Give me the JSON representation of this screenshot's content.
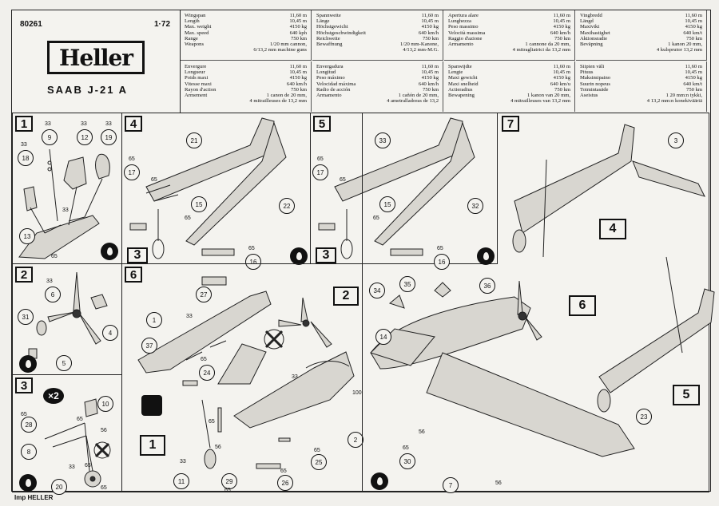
{
  "header": {
    "kit_number": "80261",
    "scale": "1·72",
    "brand": "Heller",
    "model": "SAAB J-21 A"
  },
  "specs": [
    {
      "rows": [
        [
          "Wingspan",
          "11,60 m"
        ],
        [
          "Length",
          "10,45 m"
        ],
        [
          "Max. weight",
          "4150 kg"
        ],
        [
          "Max. speed",
          "640 kph"
        ],
        [
          "Range",
          "750 km"
        ],
        [
          "Weapons",
          "1/20 mm cannon,"
        ],
        [
          "",
          "6/13,2 mm machine guns"
        ]
      ]
    },
    {
      "rows": [
        [
          "Spannweite",
          "11,60 m"
        ],
        [
          "Länge",
          "10,45 m"
        ],
        [
          "Höchstgewicht",
          "4150 kg"
        ],
        [
          "Höchstgeschwindigkeit",
          "640 km/h"
        ],
        [
          "Reichweite",
          "750 km"
        ],
        [
          "Bewaffnung",
          "1/20 mm-Kanone,"
        ],
        [
          "",
          "4/13,2 mm-M.G."
        ]
      ]
    },
    {
      "rows": [
        [
          "Apertura alare",
          "11,60 m"
        ],
        [
          "Lunghezza",
          "10,45 m"
        ],
        [
          "Peso massimo",
          "4150 kg"
        ],
        [
          "Velocità massima",
          "640 km/h"
        ],
        [
          "Raggio d'azione",
          "750 km"
        ],
        [
          "Armamento",
          "1 cannone da 20 mm,"
        ],
        [
          "",
          "4 mitragliatrici da 13,2 mm"
        ]
      ]
    },
    {
      "rows": [
        [
          "Vingbredd",
          "11,60 m"
        ],
        [
          "Längd",
          "10,45 m"
        ],
        [
          "Maxivikt",
          "4150 kg"
        ],
        [
          "Maxihastighet",
          "640 km/t"
        ],
        [
          "Aktionsradie",
          "750 km"
        ],
        [
          "Beväpning",
          "1 kanon 20 mm,"
        ],
        [
          "",
          "4 kulsprutor 13,2 mm"
        ]
      ]
    },
    {
      "rows": [
        [
          "Envergure",
          "11,60 m"
        ],
        [
          "Longueur",
          "10,45 m"
        ],
        [
          "Poids maxi",
          "4150 kg"
        ],
        [
          "Vitesse maxi",
          "640 km/h"
        ],
        [
          "Rayon d'action",
          "750 km"
        ],
        [
          "Armement",
          "1 canon de 20 mm,"
        ],
        [
          "",
          "4 mitrailleuses de 13,2 mm"
        ]
      ]
    },
    {
      "rows": [
        [
          "Envergadura",
          "11,60 m"
        ],
        [
          "Longitud",
          "10,45 m"
        ],
        [
          "Peso máximo",
          "4150 kg"
        ],
        [
          "Velocidad máxima",
          "640 km/h"
        ],
        [
          "Radio de acción",
          "750 km"
        ],
        [
          "Armamento",
          "1 cañón de 20 mm,"
        ],
        [
          "",
          "4 ametralladoras de 13,2"
        ]
      ]
    },
    {
      "rows": [
        [
          "Spanwijdte",
          "11,60 m"
        ],
        [
          "Lengte",
          "10,45 m"
        ],
        [
          "Maxi gewicht",
          "4150 kg"
        ],
        [
          "Maxi snelheid",
          "640 km/u"
        ],
        [
          "Actieradius",
          "750 km"
        ],
        [
          "Bewapening",
          "1 kanon van 20 mm,"
        ],
        [
          "",
          "4 mitrailleuses van 13,2 mm"
        ]
      ]
    },
    {
      "rows": [
        [
          "Siipien väli",
          "11,60 m"
        ],
        [
          "Pituus",
          "10,45 m"
        ],
        [
          "Maksimipaino",
          "4150 kg"
        ],
        [
          "Suurin nopeus",
          "640 km/t"
        ],
        [
          "Toimintasäde",
          "750 km"
        ],
        [
          "Aseistus",
          "1 20 mm:n tykki,"
        ],
        [
          "",
          "4 13,2 mm:n konekivääriä"
        ]
      ]
    }
  ],
  "steps": {
    "s1": {
      "label": "1",
      "parts": [
        "33",
        "9",
        "33",
        "12",
        "33",
        "19",
        "18",
        "33",
        "33",
        "13",
        "65"
      ]
    },
    "s2": {
      "label": "2",
      "parts": [
        "6",
        "33",
        "31",
        "4",
        "5"
      ]
    },
    "s3": {
      "label": "3",
      "badge": "×2",
      "parts": [
        "28",
        "65",
        "8",
        "65",
        "56",
        "10",
        "65",
        "33",
        "20",
        "65"
      ]
    },
    "s4": {
      "label": "4",
      "sub": "3",
      "parts": [
        "21",
        "65",
        "17",
        "65",
        "15",
        "65",
        "22",
        "65",
        "16"
      ]
    },
    "s5": {
      "label": "5",
      "sub": "3",
      "parts": [
        "33",
        "65",
        "17",
        "65",
        "15",
        "65",
        "32",
        "65",
        "16"
      ]
    },
    "s6": {
      "label": "6",
      "sub": "1",
      "ref": "2",
      "parts": [
        "27",
        "1",
        "33",
        "37",
        "65",
        "24",
        "33",
        "100",
        "2",
        "56",
        "65",
        "11",
        "33",
        "29",
        "65",
        "65",
        "25",
        "65",
        "26"
      ]
    },
    "s7": {
      "label": "7",
      "ref_a": "4",
      "ref_b": "6",
      "ref_c": "5",
      "parts": [
        "3",
        "34",
        "35",
        "36",
        "14",
        "56",
        "65",
        "30",
        "7",
        "56",
        "23"
      ]
    }
  },
  "footer": "Imp HELLER"
}
